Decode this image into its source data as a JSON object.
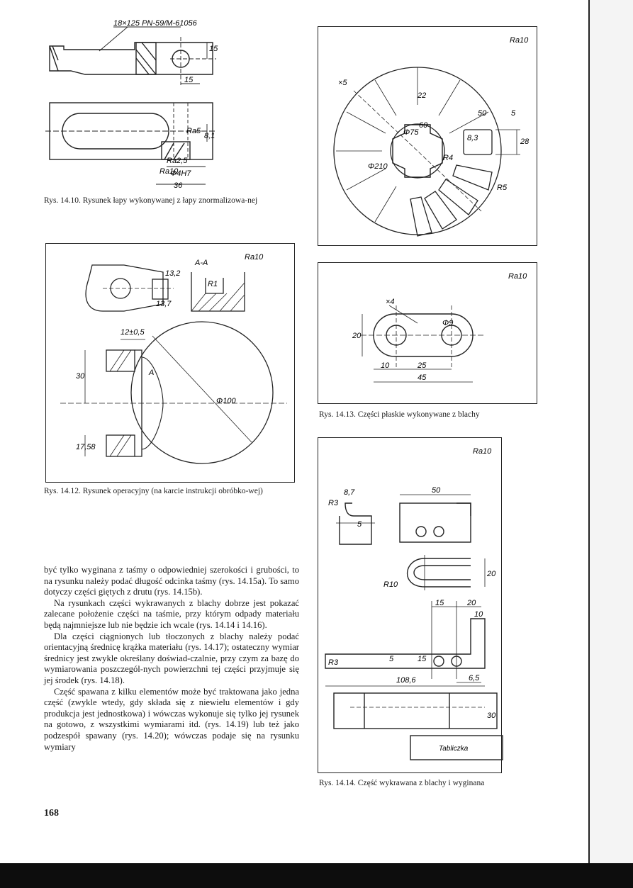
{
  "page_number": "168",
  "fig_14_10": {
    "caption": "Rys. 14.10. Rysunek łapy wykonywanej z łapy znormalizowa-nej",
    "spec": "18×125 PN-59/M-61056",
    "dims": [
      "15",
      "15",
      "8,1",
      "Ra5",
      "Ra2,5",
      "Ra10",
      "Φ4H7",
      "36"
    ]
  },
  "fig_14_11": {
    "roughness": "Ra10",
    "dims": [
      "×5",
      "22",
      "Φ75",
      "60",
      "50",
      "5",
      "8,3",
      "28",
      "R4",
      "Φ210",
      "R5"
    ]
  },
  "fig_14_12": {
    "caption": "Rys. 14.12. Rysunek operacyjny (na karcie instrukcji obróbko-wej)",
    "roughness": "Ra10",
    "section": "A-A",
    "dims": [
      "13,2",
      "13,7",
      "R1",
      "12±0,5",
      "A",
      "30",
      "17,58",
      "Φ100"
    ]
  },
  "fig_14_13": {
    "caption": "Rys. 14.13. Części płaskie wykonywane z blachy",
    "roughness": "Ra10",
    "dims": [
      "×4",
      "Φ9",
      "20",
      "10",
      "25",
      "45"
    ]
  },
  "fig_14_14": {
    "caption": "Rys. 14.14. Część wykrawana z blachy i wyginana",
    "roughness": "Ra10",
    "dims": [
      "8,7",
      "R3",
      "5",
      "50",
      "R10",
      "20",
      "15",
      "20",
      "10",
      "R3",
      "5",
      "15",
      "108,6",
      "6,5",
      "30"
    ],
    "table_label": "Tabliczka"
  },
  "body": {
    "paragraphs": [
      "być tylko wyginana z taśmy o odpowiedniej szerokości i grubości, to na rysunku należy podać długość odcinka taśmy (rys. 14.15a). To samo dotyczy części giętych z drutu (rys. 14.15b).",
      "Na rysunkach części wykrawanych z blachy dobrze jest pokazać zalecane położenie części na taśmie, przy którym odpady materiału będą najmniejsze lub nie będzie ich wcale (rys. 14.14 i 14.16).",
      "Dla części ciągnionych lub tłoczonych z blachy należy podać orientacyjną średnicę krążka materiału (rys. 14.17); ostateczny wymiar średnicy jest zwykle określany doświad-czalnie, przy czym za bazę do wymiarowania poszczegól-nych powierzchni tej części przyjmuje się jej środek (rys. 14.18).",
      "Część spawana z kilku elementów może być traktowana jako jedna część (zwykle wtedy, gdy składa się z niewielu elementów i gdy produkcja jest jednostkowa) i wówczas wykonuje się tylko jej rysunek na gotowo, z wszystkimi wymiarami itd. (rys. 14.19) lub też jako podzespół spawany (rys. 14.20); wówczas podaje się na rysunku wymiary"
    ]
  }
}
